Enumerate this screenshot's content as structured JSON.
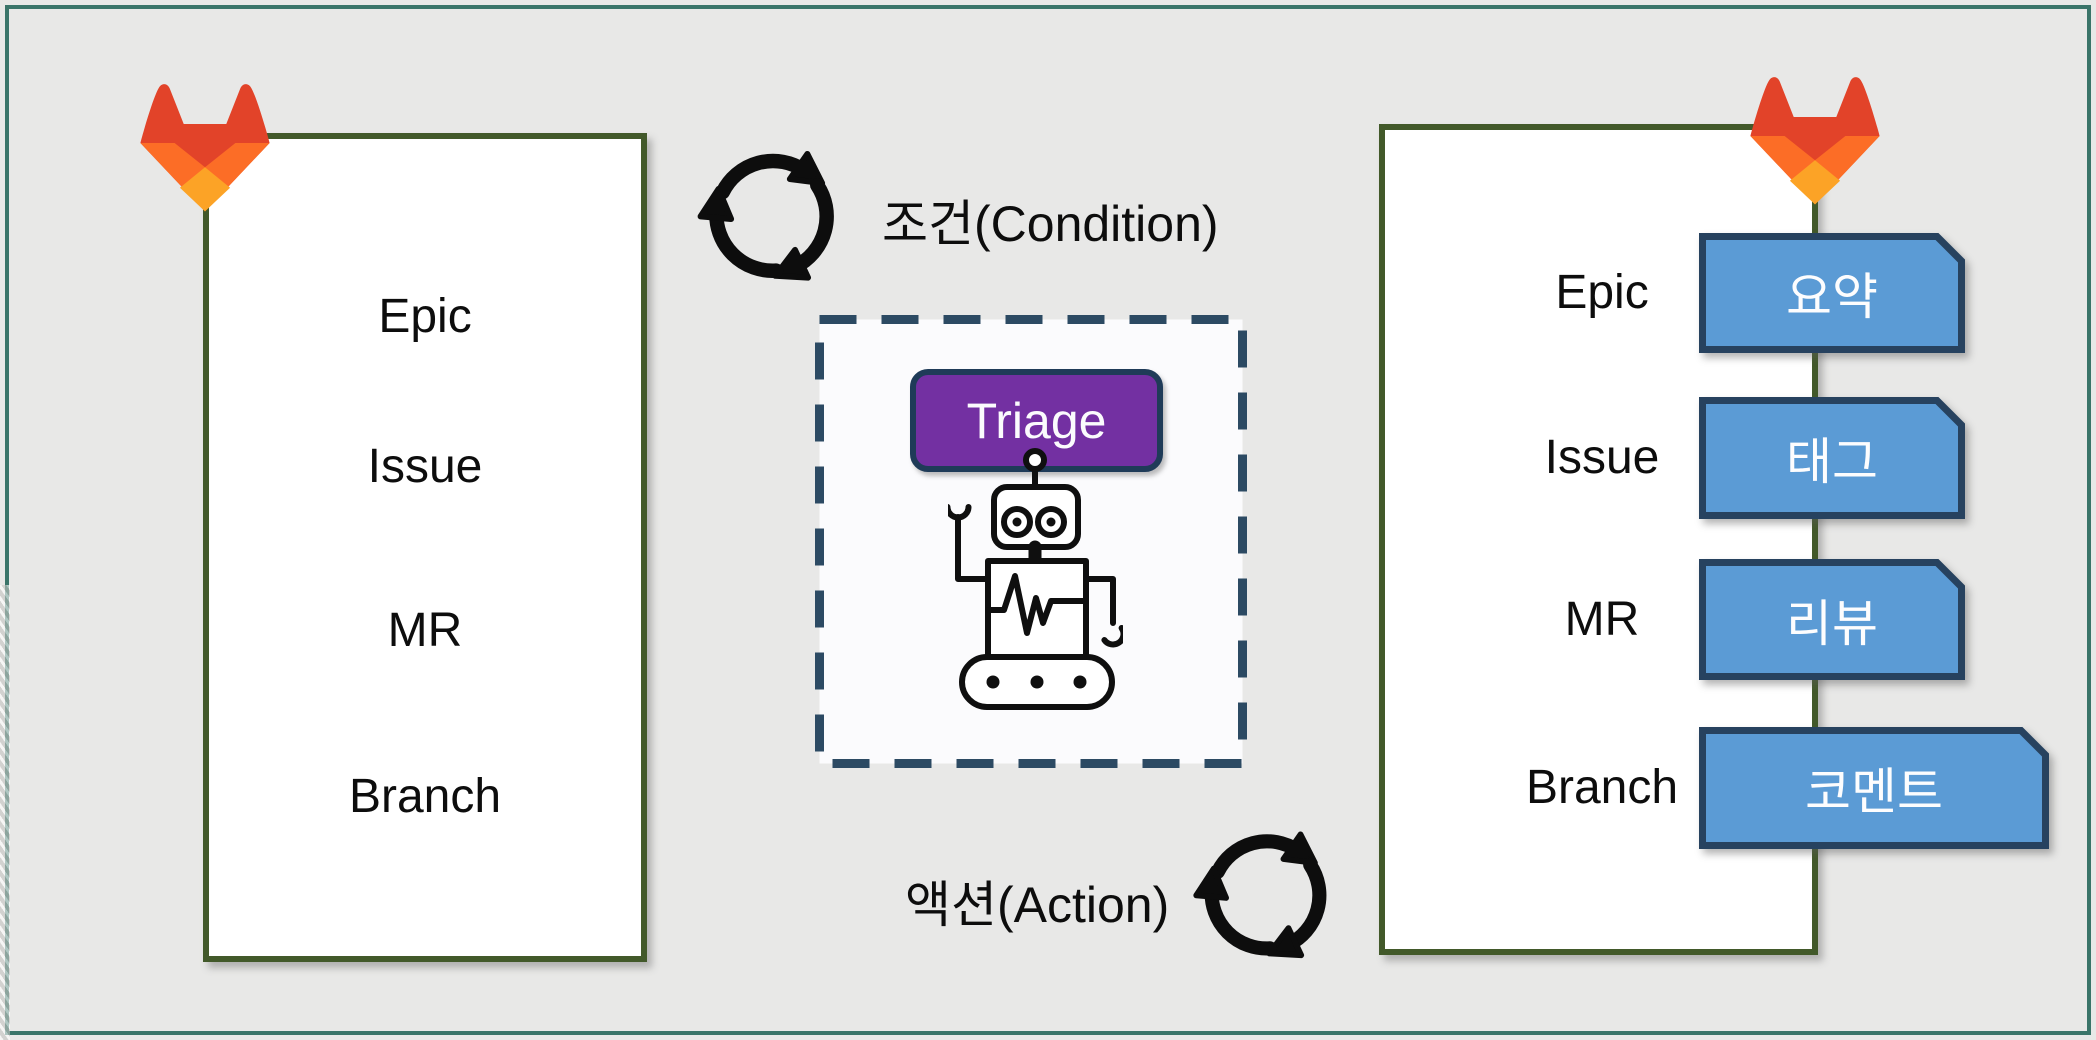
{
  "slide": {
    "background": "#e8e8e7",
    "frame_color": "#3a7469",
    "box_border_color": "#42592a"
  },
  "left_panel": {
    "items": [
      "Epic",
      "Issue",
      "MR",
      "Branch"
    ]
  },
  "flow": {
    "condition_label": "조건(Condition)",
    "action_label": "액션(Action)"
  },
  "bot": {
    "button_label": "Triage",
    "button_fill": "#7330a2",
    "button_border": "#1f3b58",
    "box_border": "#2c4a63"
  },
  "right_panel": {
    "rows": [
      {
        "label": "Epic",
        "action": "요약"
      },
      {
        "label": "Issue",
        "action": "태그"
      },
      {
        "label": "MR",
        "action": "리뷰"
      },
      {
        "label": "Branch",
        "action": "코멘트"
      }
    ],
    "tag_fill": "#5b9bd5",
    "tag_border": "#27425f"
  },
  "icons": {
    "gitlab_red": "#e24329",
    "gitlab_orange": "#fc6d26",
    "gitlab_yellow": "#fca326"
  }
}
